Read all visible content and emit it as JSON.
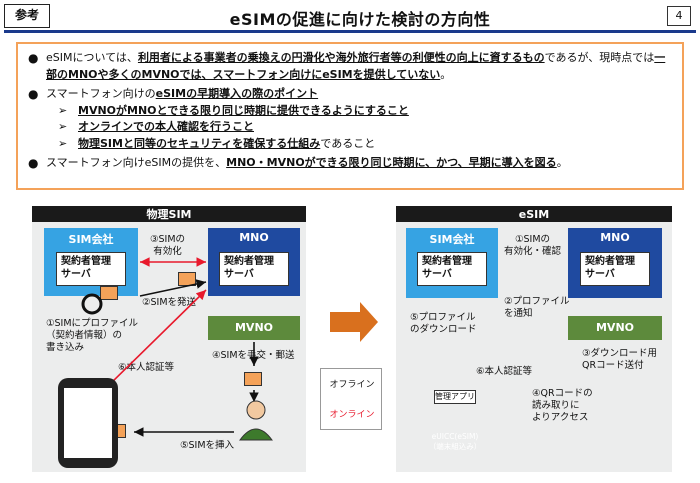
{
  "header": {
    "tag": "参考",
    "title": "eSIMの促進に向けた検討の方向性",
    "page_no": "4"
  },
  "summary": {
    "b1_pre": "eSIMについては、",
    "b1_u1": "利用者による事業者の乗換えの円滑化や海外旅行者等の利便性の向上に資するもの",
    "b1_mid": "であるが、現時点では",
    "b1_u2": "一部のMNOや多くのMVNOでは、スマートフォン向けにeSIMを提供していない",
    "b1_end": "。",
    "b2_pre": "スマートフォン向けの",
    "b2_u": "eSIMの早期導入の際のポイント",
    "s1": "MVNOがMNOとできる限り同じ時期に提供できるようにすること",
    "s2": "オンラインでの本人確認を行うこと",
    "s3_u": "物理SIMと同等のセキュリティを確保する仕組み",
    "s3_end": "であること",
    "b3_pre": "スマートフォン向けeSIMの提供を、",
    "b3_u": "MNO・MVNOができる限り同じ時期に、かつ、早期に導入を図る",
    "b3_end": "。",
    "bullet_glyph": "●",
    "sub_glyph": "➢"
  },
  "physical": {
    "band": "物理SIM",
    "sim_co": "SIM会社",
    "sim_server": "契約者管理\nサーバ",
    "mno": "MNO",
    "mno_server": "契約者管理\nサーバ",
    "mvno": "MVNO",
    "l3": "③SIMの\n有効化",
    "l2": "②SIMを発送",
    "l1": "①SIMにプロファイル\n（契約者情報）の\n書き込み",
    "l4": "④SIMを手交・郵送",
    "l6": "⑥本人認証等",
    "l5": "⑤SIMを挿入"
  },
  "esim": {
    "band": "eSIM",
    "sim_co": "SIM会社",
    "sim_server": "契約者管理\nサーバ",
    "mno": "MNO",
    "mno_server": "契約者管理\nサーバ",
    "mvno": "MVNO",
    "l1": "①SIMの\n有効化・確認",
    "l2": "②プロファイル\nを通知",
    "l5": "⑤プロファイル\nのダウンロード",
    "l3": "③ダウンロード用\nQRコード送付",
    "l6": "⑥本人認証等",
    "l4": "④QRコードの\n読み取りに\nよりアクセス",
    "app": "管理アプリ",
    "euicc": "eUICC(eSIM)\n（端末組込み）"
  },
  "legend": {
    "offline": "オフライン",
    "online": "オンライン"
  },
  "colors": {
    "sim_company": "#36a3e3",
    "mno": "#1f4aa0",
    "mvno": "#5d8a3c",
    "online_arrow": "#e8192c",
    "offline_arrow": "#111111",
    "summary_border": "#f4a259",
    "big_arrow": "#d9701e"
  }
}
